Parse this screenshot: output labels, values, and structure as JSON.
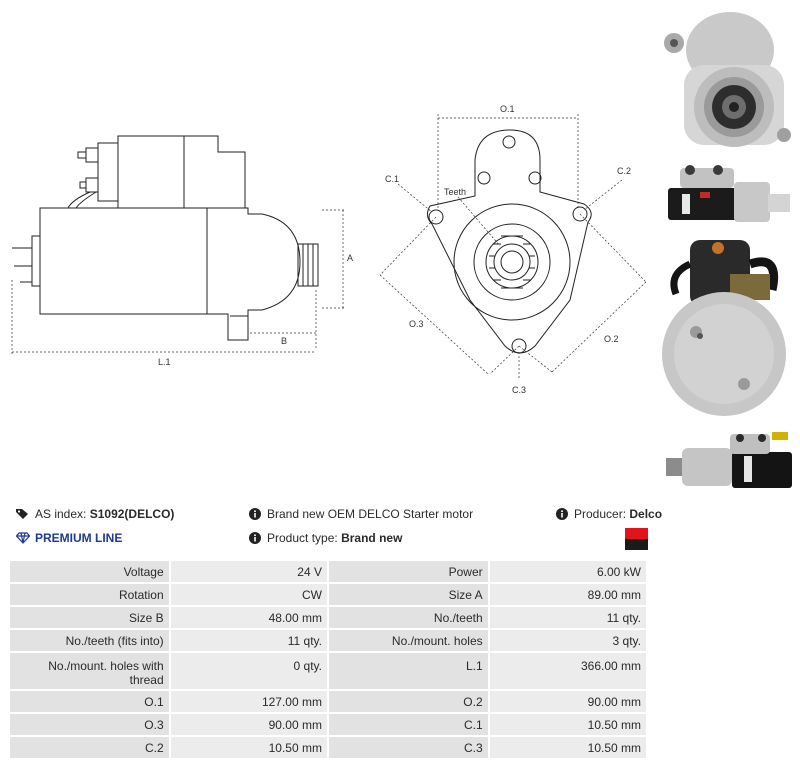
{
  "drawing_labels": {
    "side": {
      "a": "A",
      "b": "B",
      "l1": "L.1"
    },
    "front": {
      "o1": "O.1",
      "o2": "O.2",
      "o3": "O.3",
      "c1": "C.1",
      "c2": "C.2",
      "c3": "C.3",
      "teeth": "Teeth"
    }
  },
  "info": {
    "as_index_label": "AS index:",
    "as_index_value": "S1092(DELCO)",
    "premium_line": "PREMIUM LINE",
    "description": "Brand new OEM DELCO Starter motor",
    "product_type_label": "Product type:",
    "product_type_value": "Brand new",
    "producer_label": "Producer:",
    "producer_value": "Delco"
  },
  "colors": {
    "premium": "#1f3a93",
    "flag_top": "#e1131b",
    "flag_bottom": "#1b1b1b"
  },
  "specs": [
    [
      "Voltage",
      "24 V",
      "Power",
      "6.00 kW"
    ],
    [
      "Rotation",
      "CW",
      "Size A",
      "89.00 mm"
    ],
    [
      "Size B",
      "48.00 mm",
      "No./teeth",
      "11 qty."
    ],
    [
      "No./teeth (fits into)",
      "11 qty.",
      "No./mount. holes",
      "3 qty."
    ],
    [
      "No./mount. holes with thread",
      "0 qty.",
      "L.1",
      "366.00 mm"
    ],
    [
      "O.1",
      "127.00 mm",
      "O.2",
      "90.00 mm"
    ],
    [
      "O.3",
      "90.00 mm",
      "C.1",
      "10.50 mm"
    ],
    [
      "C.2",
      "10.50 mm",
      "C.3",
      "10.50 mm"
    ]
  ]
}
